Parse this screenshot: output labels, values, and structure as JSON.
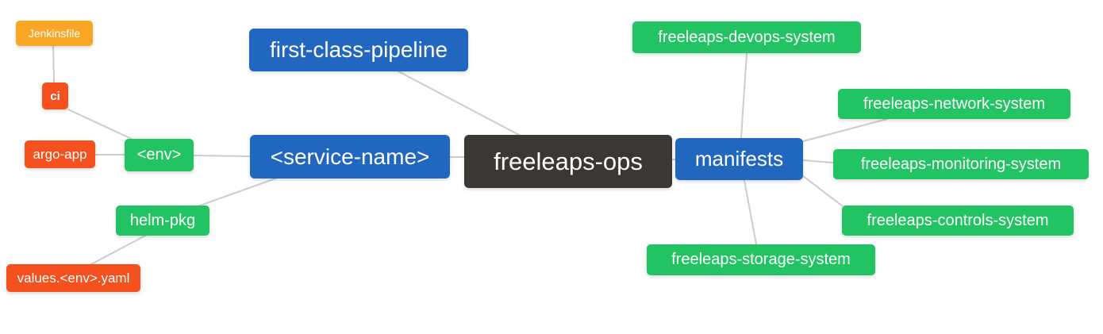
{
  "app": {
    "type": "mindmap-canvas",
    "background": "#ffffff"
  },
  "palette": {
    "blue": "#2167c0",
    "green": "#22c362",
    "orange": "#f9a526",
    "red": "#f4511e",
    "dark": "#3b3834",
    "edge": "#cccccc",
    "text": "#ffffff"
  },
  "mindmap": {
    "root": {
      "label": "freeleaps-ops",
      "color": "dark"
    },
    "nodes": {
      "jenkinsfile": {
        "label": "Jenkinsfile",
        "color": "orange"
      },
      "ci": {
        "label": "ci",
        "color": "red"
      },
      "argo_app": {
        "label": "argo-app",
        "color": "red"
      },
      "env": {
        "label": "<env>",
        "color": "green"
      },
      "first_class_pipeline": {
        "label": "first-class-pipeline",
        "color": "blue"
      },
      "service_name": {
        "label": "<service-name>",
        "color": "blue"
      },
      "helm_pkg": {
        "label": "helm-pkg",
        "color": "green"
      },
      "values_env_yaml": {
        "label": "values.<env>.yaml",
        "color": "red"
      },
      "manifests": {
        "label": "manifests",
        "color": "blue"
      },
      "devops_system": {
        "label": "freeleaps-devops-system",
        "color": "green"
      },
      "network_system": {
        "label": "freeleaps-network-system",
        "color": "green"
      },
      "monitoring_system": {
        "label": "freeleaps-monitoring-system",
        "color": "green"
      },
      "controls_system": {
        "label": "freeleaps-controls-system",
        "color": "green"
      },
      "storage_system": {
        "label": "freeleaps-storage-system",
        "color": "green"
      }
    },
    "edges": [
      {
        "from": "jenkinsfile",
        "to": "ci"
      },
      {
        "from": "ci",
        "to": "env"
      },
      {
        "from": "argo_app",
        "to": "env"
      },
      {
        "from": "env",
        "to": "service_name"
      },
      {
        "from": "helm_pkg",
        "to": "service_name"
      },
      {
        "from": "values_env_yaml",
        "to": "helm_pkg"
      },
      {
        "from": "first_class_pipeline",
        "to": "freeleaps-ops"
      },
      {
        "from": "service_name",
        "to": "freeleaps-ops"
      },
      {
        "from": "freeleaps-ops",
        "to": "manifests"
      },
      {
        "from": "manifests",
        "to": "devops_system"
      },
      {
        "from": "manifests",
        "to": "network_system"
      },
      {
        "from": "manifests",
        "to": "monitoring_system"
      },
      {
        "from": "manifests",
        "to": "controls_system"
      },
      {
        "from": "manifests",
        "to": "storage_system"
      }
    ]
  }
}
